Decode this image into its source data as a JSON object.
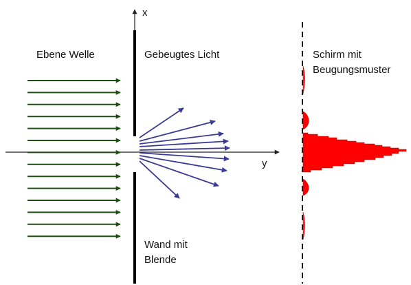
{
  "labels": {
    "x_axis": "x",
    "y_axis": "y",
    "plane_wave": "Ebene Welle",
    "diffracted_light": "Gebeugtes Licht",
    "screen_line1": "Schirm mit",
    "screen_line2": "Beugungsmuster",
    "wall_line1": "Wand mit",
    "wall_line2": "Blende"
  },
  "colors": {
    "plane_wave_arrows": "#1f4d12",
    "diffracted_arrows": "#3a3a95",
    "pattern_fill": "#ff0000",
    "pattern_outline": "#c00000",
    "wall": "#000000",
    "axis": "#222222"
  }
}
